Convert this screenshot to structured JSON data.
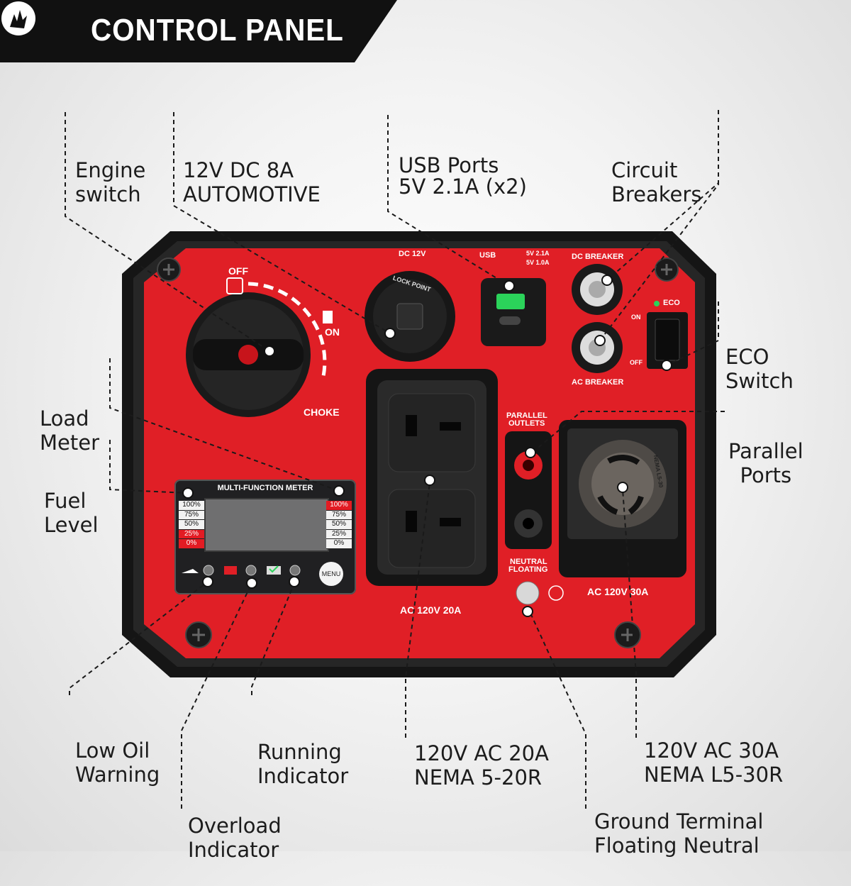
{
  "header": {
    "title": "CONTROL PANEL",
    "logo_icon": "bear-claw-logo-icon"
  },
  "callouts": {
    "engine_switch": [
      "Engine",
      "switch"
    ],
    "dc_12v": [
      "12V DC 8A",
      "AUTOMOTIVE"
    ],
    "usb_ports": [
      "USB Ports",
      "5V 2.1A (x2)"
    ],
    "circuit_breakers": [
      "Circuit",
      "Breakers"
    ],
    "eco_switch": [
      "ECO",
      "Switch"
    ],
    "load_meter": [
      "Load",
      "Meter"
    ],
    "fuel_level": [
      "Fuel",
      "Level"
    ],
    "parallel_ports": [
      "Parallel",
      "Ports"
    ],
    "low_oil": [
      "Low Oil",
      "Warning"
    ],
    "running": [
      "Running",
      "Indicator"
    ],
    "outlet_20a": [
      "120V AC 20A",
      "NEMA 5-20R"
    ],
    "outlet_30a": [
      "120V AC 30A",
      "NEMA L5-30R"
    ],
    "overload": [
      "Overload",
      "Indicator"
    ],
    "ground": [
      "Ground Terminal",
      "Floating Neutral"
    ]
  },
  "panel": {
    "off": "OFF",
    "on": "ON",
    "choke": "CHOKE",
    "dc12v": "DC 12V",
    "lock_point": "LOCK POINT",
    "usb": "USB",
    "usb_spec1": "5V 2.1A",
    "usb_spec2": "5V 1.0A",
    "dc_breaker": "DC BREAKER",
    "ac_breaker": "AC BREAKER",
    "eco": "ECO",
    "eco_on": "ON",
    "eco_off": "OFF",
    "parallel_outlets_1": "PARALLEL",
    "parallel_outlets_2": "OUTLETS",
    "neutral_floating_1": "NEUTRAL",
    "neutral_floating_2": "FLOATING",
    "ac_20a": "AC 120V 20A",
    "ac_30a": "AC 120V 30A",
    "l530_mark": "NEMA L5-30",
    "meter_title": "MULTI-FUNCTION METER",
    "menu": "MENU",
    "fuel_scale": [
      "100%",
      "75%",
      "50%",
      "25%",
      "0%"
    ],
    "load_scale": [
      "100%",
      "75%",
      "50%",
      "25%",
      "0%"
    ]
  },
  "colors": {
    "panel_red": "#e01f26",
    "frame_black": "#141414",
    "header_black": "#111111"
  }
}
